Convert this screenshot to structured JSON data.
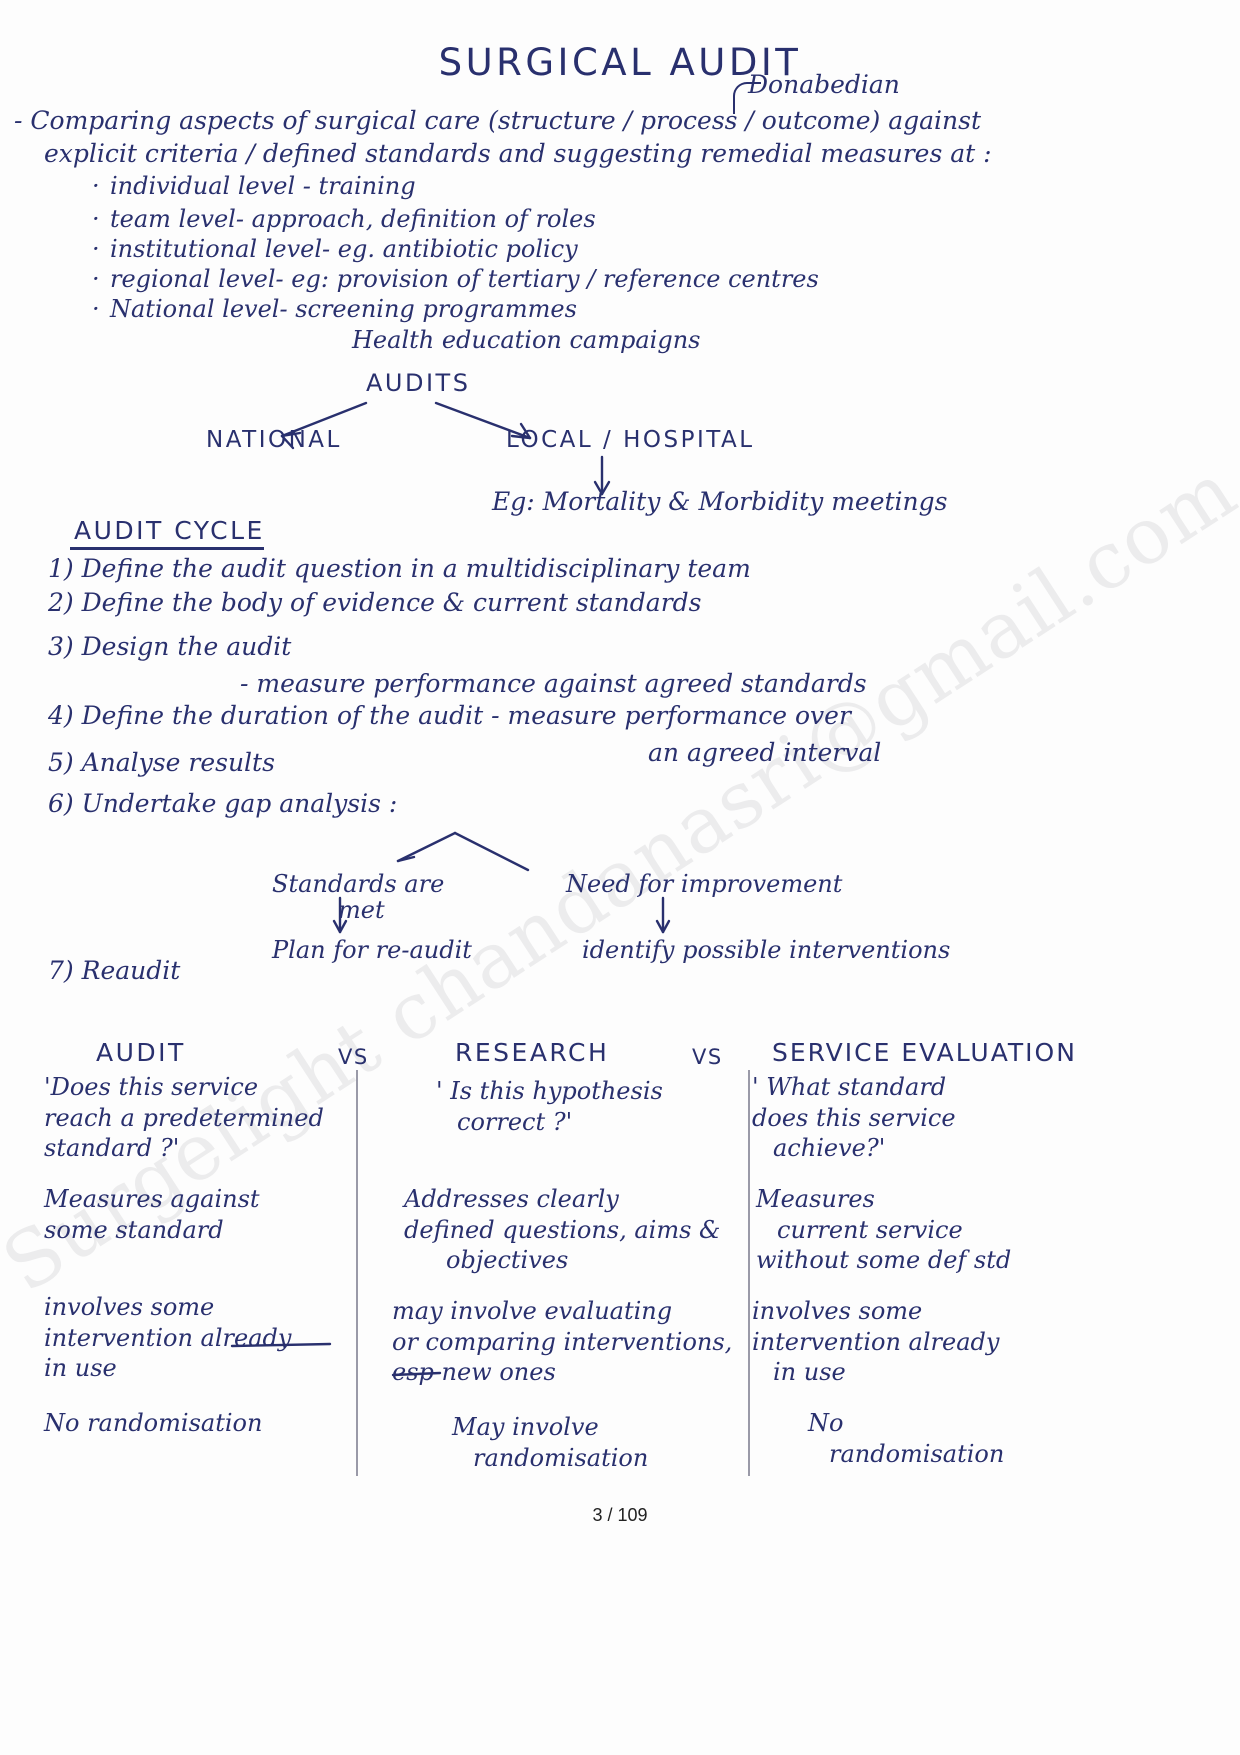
{
  "document": {
    "title": "SURGICAL AUDIT",
    "annotation": "Donabedian",
    "footer_page": "3 / 109",
    "watermark": "Surgelight  chandanasri@gmail.com",
    "ink_color": "#29306e"
  },
  "intro": {
    "line1": "- Comparing aspects of surgical care (structure / process / outcome) against",
    "line2": "explicit criteria / defined standards and suggesting remedial measures at :"
  },
  "levels": [
    {
      "bullet": "·",
      "text": "individual level - training"
    },
    {
      "bullet": "·",
      "text": "team level- approach, definition of roles"
    },
    {
      "bullet": "·",
      "text": "institutional level- eg. antibiotic policy"
    },
    {
      "bullet": "·",
      "text": "regional level-    eg: provision of tertiary / reference centres"
    },
    {
      "bullet": "·",
      "text": "National level- screening programmes"
    }
  ],
  "levels_extra": "Health education campaigns",
  "audits_tree": {
    "root": "AUDITS",
    "left_branch": "NATIONAL",
    "right_branch": "LOCAL / HOSPITAL",
    "right_example": "Eg: Mortality & Morbidity meetings"
  },
  "audit_cycle": {
    "heading": "AUDIT CYCLE",
    "steps": [
      {
        "num": "1)",
        "text": "Define the audit question in a multidisciplinary team"
      },
      {
        "num": "2)",
        "text": "Define the body of evidence & current standards"
      },
      {
        "num": "3)",
        "text": "Design the audit"
      },
      {
        "num": "4)",
        "text": "Define the duration of the audit - measure performance over"
      },
      {
        "num": "5)",
        "text": "Analyse results"
      },
      {
        "num": "6)",
        "text": "Undertake gap analysis :"
      },
      {
        "num": "7)",
        "text": "Reaudit"
      }
    ],
    "step3_sub": "-  measure performance against agreed standards",
    "step4_sub": "an agreed interval"
  },
  "gap_analysis": {
    "left_label_line1": "Standards are",
    "left_label_line2": "met",
    "left_outcome": "Plan for re-audit",
    "right_label": "Need for improvement",
    "right_outcome": "identify possible interventions"
  },
  "comparison": {
    "headers": [
      "AUDIT",
      "RESEARCH",
      "SERVICE EVALUATION"
    ],
    "separators": [
      "VS",
      "VS"
    ],
    "columns": [
      {
        "name": "AUDIT",
        "rows": [
          "'Does this service\nreach a predetermined\nstandard ?'",
          "Measures against\nsome standard",
          "involves some\nintervention already\nin use",
          "No randomisation"
        ],
        "underlined": "already"
      },
      {
        "name": "RESEARCH",
        "rows": [
          "' Is this hypothesis\n   correct ?'",
          "Addresses clearly\ndefined questions, aims &\n      objectives",
          "may involve evaluating\nor comparing interventions,\nesp new ones",
          "May involve\n   randomisation"
        ],
        "underlined": "esp"
      },
      {
        "name": "SERVICE EVALUATION",
        "rows": [
          "' What standard\ndoes this service\n   achieve?'",
          "Measures\n   current service\nwithout some def std",
          "involves some\nintervention already\n   in use",
          "No\n   randomisation"
        ],
        "underlined": ""
      }
    ]
  }
}
